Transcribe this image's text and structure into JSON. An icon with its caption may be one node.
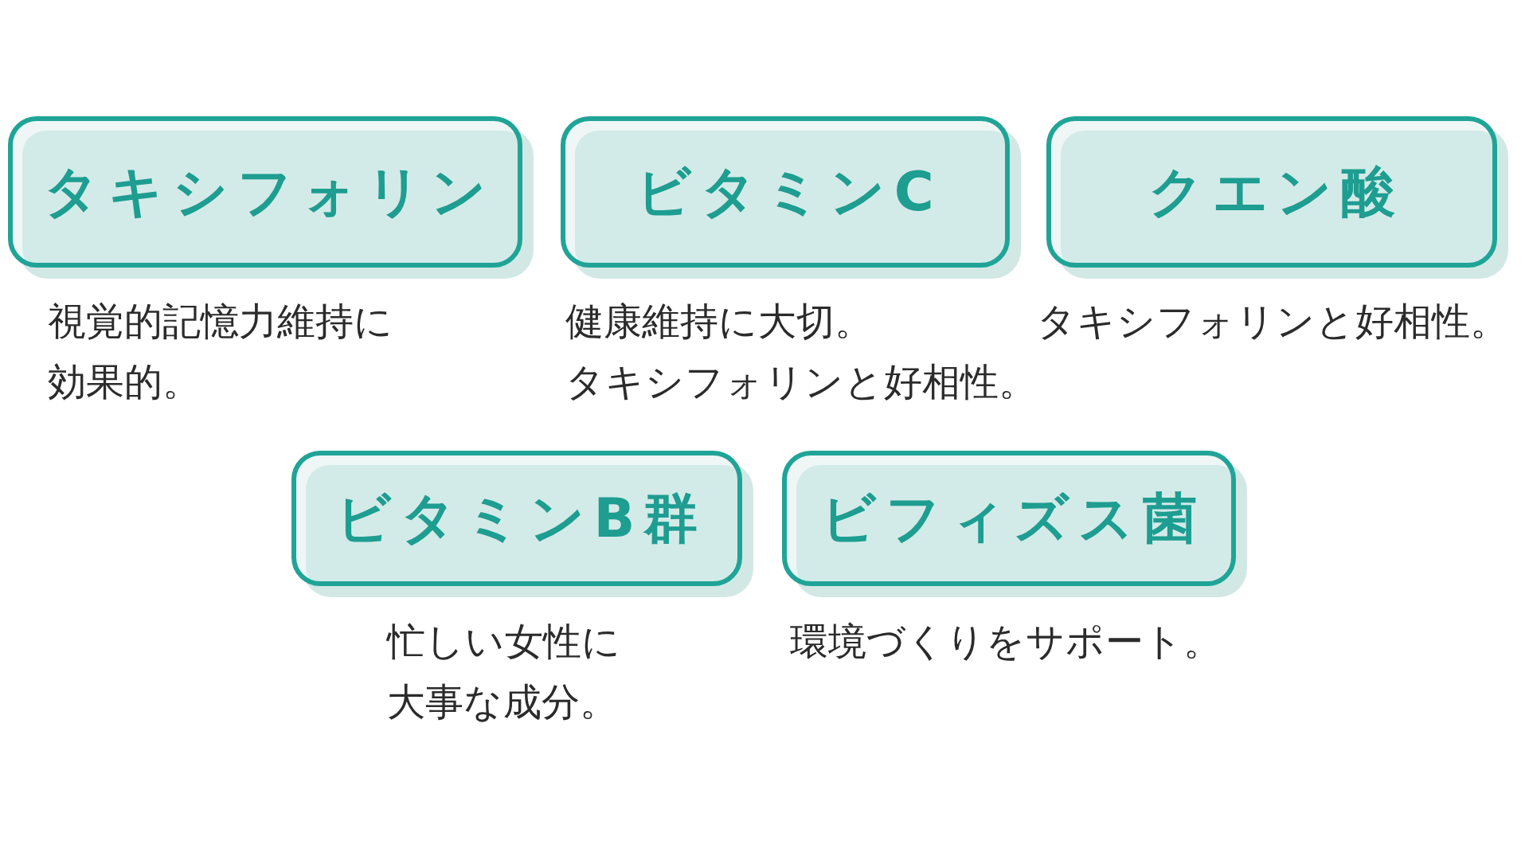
{
  "diagram": {
    "nodes": [
      {
        "text": [
          "タキシフォリン"
        ],
        "beside": [
          "視覚的記憶力維持に効果的。"
        ]
      },
      {
        "text": [
          "ビタミンC"
        ],
        "beside": [
          "健康維持に大切。",
          "タキシフォリンと好相性。"
        ]
      },
      {
        "text": [
          "クエン酸"
        ],
        "beside": [
          "タキシフォリンと好相性。"
        ]
      },
      {
        "text": [
          "ビタミンB群"
        ],
        "beside": [
          "忙しい女性に大事な成分。"
        ]
      },
      {
        "text": [
          "ビフィズス菌"
        ],
        "beside": [
          "環境づくりをサポート。"
        ]
      }
    ]
  }
}
